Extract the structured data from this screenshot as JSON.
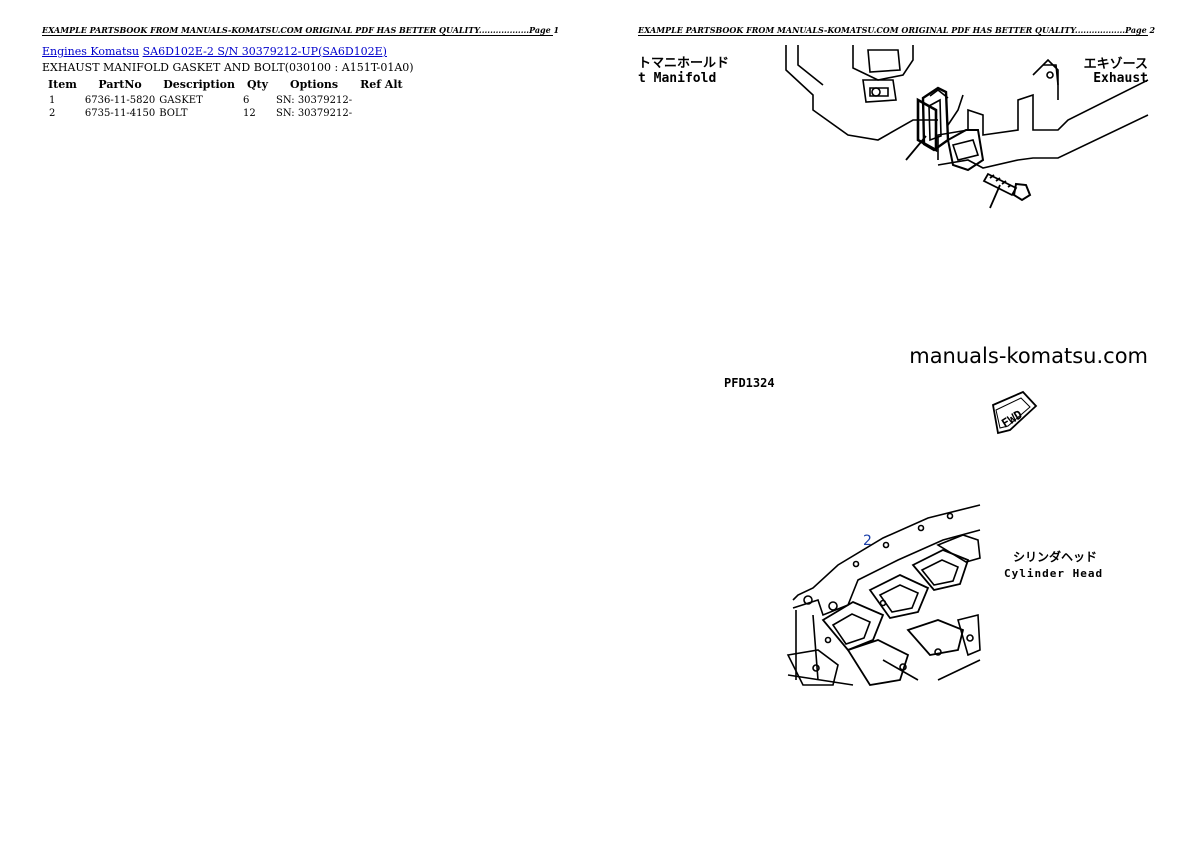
{
  "header_left": "EXAMPLE PARTSBOOK FROM MANUALS-KOMATSU.COM ORIGINAL PDF HAS BETTER QUALITY..................Page 1",
  "header_right": "EXAMPLE PARTSBOOK FROM MANUALS-KOMATSU.COM ORIGINAL PDF HAS BETTER QUALITY..................Page 2",
  "breadcrumb": {
    "link1": "Engines Komatsu",
    "link2": "SA6D102E-2 S/N  30379212-UP(SA6D102E)"
  },
  "subtitle": "EXHAUST MANIFOLD GASKET AND BOLT(030100 : A151T-01A0)",
  "table": {
    "headers": [
      "Item",
      "PartNo",
      "Description",
      "Qty",
      "Options",
      "Ref Alt"
    ],
    "rows": [
      [
        "1",
        "6736-11-5820",
        "GASKET",
        "6",
        "SN: 30379212-",
        ""
      ],
      [
        "2",
        "6735-11-4150",
        "BOLT",
        "12",
        "SN: 30379212-",
        ""
      ]
    ]
  },
  "drawing": {
    "jp_manifold": "トマニホールド",
    "en_manifold": "t Manifold",
    "jp_exhaust": "エキゾース",
    "en_exhaust": "Exhaust",
    "watermark": "manuals-komatsu.com",
    "code": "PFD1324",
    "fwd": "FWD",
    "callout": "2",
    "jp_head": "シリンダヘッド",
    "en_head": "Cylinder Head"
  }
}
